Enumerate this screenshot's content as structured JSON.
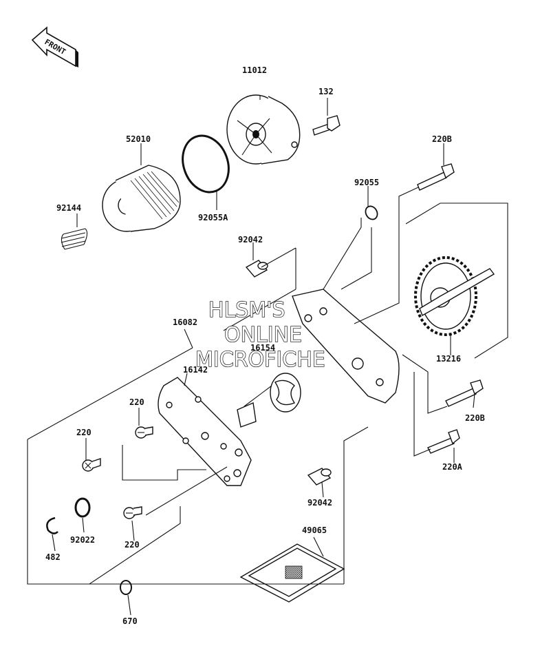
{
  "front_arrow": {
    "text": "FRONT"
  },
  "watermark": {
    "line1": "HLSM'S",
    "line2": "ONLINE",
    "line3": "MICROFICHE"
  },
  "labels": {
    "p11012": "11012",
    "p132": "132",
    "p52010": "52010",
    "p220B_top": "220B",
    "p92055": "92055",
    "p92144": "92144",
    "p92055A": "92055A",
    "p92042_top": "92042",
    "p16082": "16082",
    "p16154": "16154",
    "p13216": "13216",
    "p16142": "16142",
    "p220_a": "220",
    "p220_b": "220",
    "p220B_right": "220B",
    "p220A": "220A",
    "p92042_bottom": "92042",
    "p92022": "92022",
    "p220_c": "220",
    "p482": "482",
    "p49065": "49065",
    "p670": "670"
  }
}
